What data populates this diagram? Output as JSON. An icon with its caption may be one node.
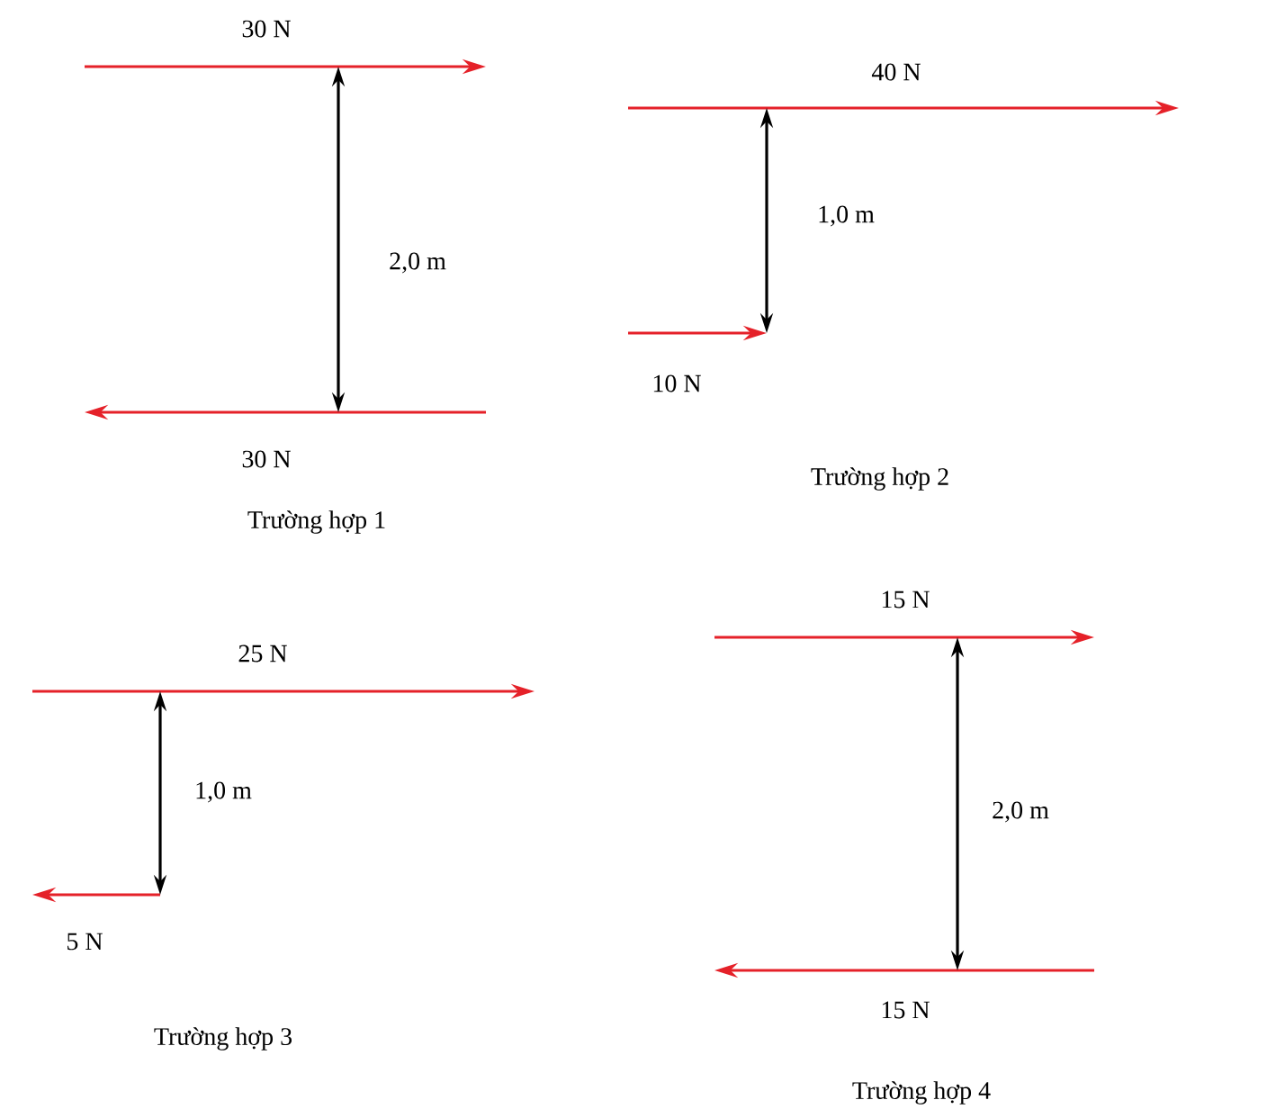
{
  "diagram": {
    "labels": [
      "30 N",
      "2,0 m",
      "30 N",
      "Trường hợp 1",
      "40 N",
      "1,0 m",
      "10 N",
      "Trường hợp 2",
      "25 N",
      "1,0 m",
      "5 N",
      "Trường hợp 3",
      "15 N",
      "2,0 m",
      "15 N",
      "Trường hợp 4"
    ]
  }
}
